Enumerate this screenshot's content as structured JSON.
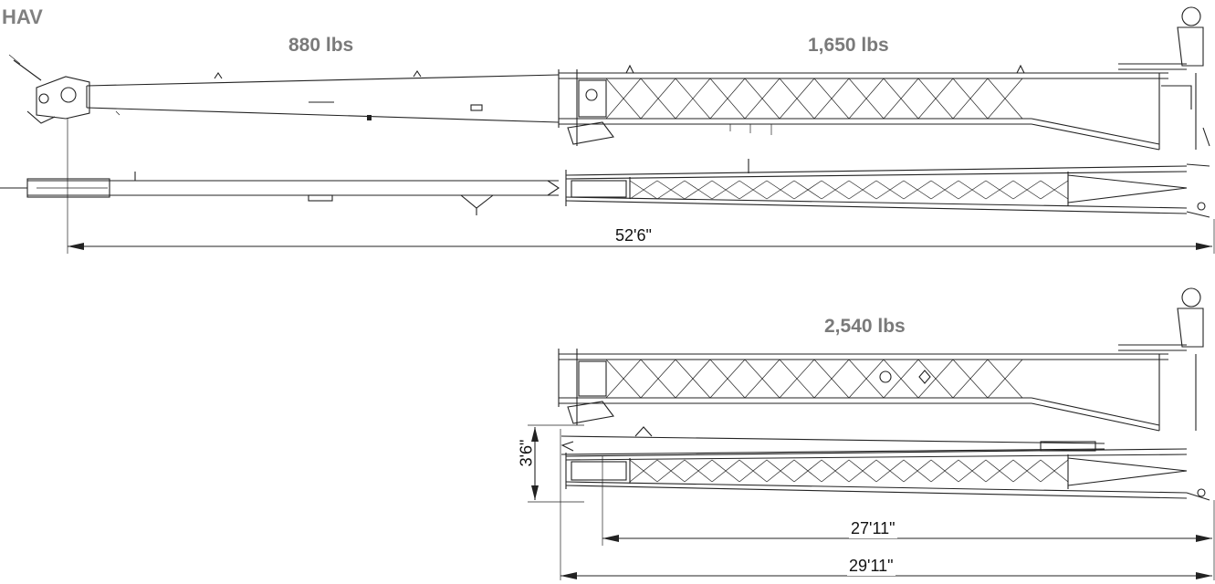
{
  "title": "HAV",
  "weights": {
    "fly_section": "880 lbs",
    "base_section": "1,650 lbs",
    "stowed_total": "2,540 lbs"
  },
  "dimensions": {
    "extended_length": "52'6\"",
    "stowed_inner_length": "27'11\"",
    "stowed_overall_length": "29'11\"",
    "stowed_height": "3'6\""
  }
}
